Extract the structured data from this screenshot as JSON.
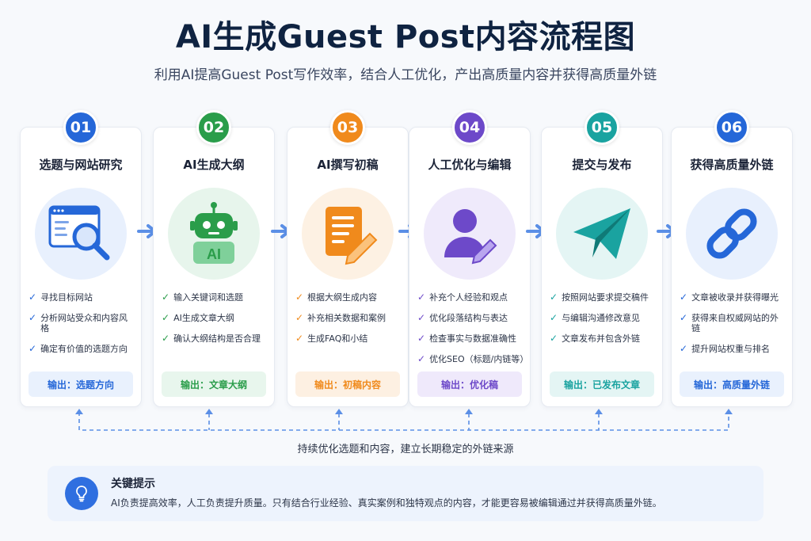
{
  "header": {
    "title": "AI生成Guest Post内容流程图",
    "subtitle": "利用AI提高Guest Post写作效率，结合人工优化，产出高质量内容并获得高质量外链"
  },
  "steps": [
    {
      "number": "01",
      "title": "选题与网站研究",
      "icon": "browser-search-icon",
      "color": "#2567d8",
      "bg": "#e8f0fd",
      "output_bg": "#e9f1fd",
      "bullets": [
        "寻找目标网站",
        "分析网站受众和内容风格",
        "确定有价值的选题方向"
      ],
      "output": "输出：选题方向"
    },
    {
      "number": "02",
      "title": "AI生成大纲",
      "icon": "robot-icon",
      "color": "#2a9d4a",
      "bg": "#e7f5ec",
      "output_bg": "#e8f6ed",
      "bullets": [
        "输入关键词和选题",
        "AI生成文章大纲",
        "确认大纲结构是否合理"
      ],
      "output": "输出：文章大纲"
    },
    {
      "number": "03",
      "title": "AI撰写初稿",
      "icon": "document-edit-icon",
      "color": "#f08a1c",
      "bg": "#fdf1e3",
      "output_bg": "#fdf0e2",
      "bullets": [
        "根据大纲生成内容",
        "补充相关数据和案例",
        "生成FAQ和小结"
      ],
      "output": "输出：初稿内容"
    },
    {
      "number": "04",
      "title": "人工优化与编辑",
      "icon": "user-edit-icon",
      "color": "#6d49c9",
      "bg": "#efeafb",
      "output_bg": "#efe9fb",
      "bullets": [
        "补充个人经验和观点",
        "优化段落结构与表达",
        "检查事实与数据准确性",
        "优化SEO（标题/内链等）"
      ],
      "output": "输出：优化稿"
    },
    {
      "number": "05",
      "title": "提交与发布",
      "icon": "paper-plane-icon",
      "color": "#1aa3a0",
      "bg": "#e4f5f4",
      "output_bg": "#e4f5f4",
      "bullets": [
        "按照网站要求提交稿件",
        "与编辑沟通修改意见",
        "文章发布并包含外链"
      ],
      "output": "输出：已发布文章"
    },
    {
      "number": "06",
      "title": "获得高质量外链",
      "icon": "link-chain-icon",
      "color": "#2567d8",
      "bg": "#e8f0fd",
      "output_bg": "#e9f1fd",
      "bullets": [
        "文章被收录并获得曝光",
        "获得来自权威网站的外链",
        "提升网站权重与排名"
      ],
      "output": "输出：高质量外链"
    }
  ],
  "loop": {
    "label": "持续优化选题和内容，建立长期稳定的外链来源"
  },
  "tip": {
    "title": "关键提示",
    "text": "AI负责提高效率，人工负责提升质量。只有结合行业经验、真实案例和独特观点的内容，才能更容易被编辑通过并获得高质量外链。",
    "icon": "lightbulb-icon"
  }
}
